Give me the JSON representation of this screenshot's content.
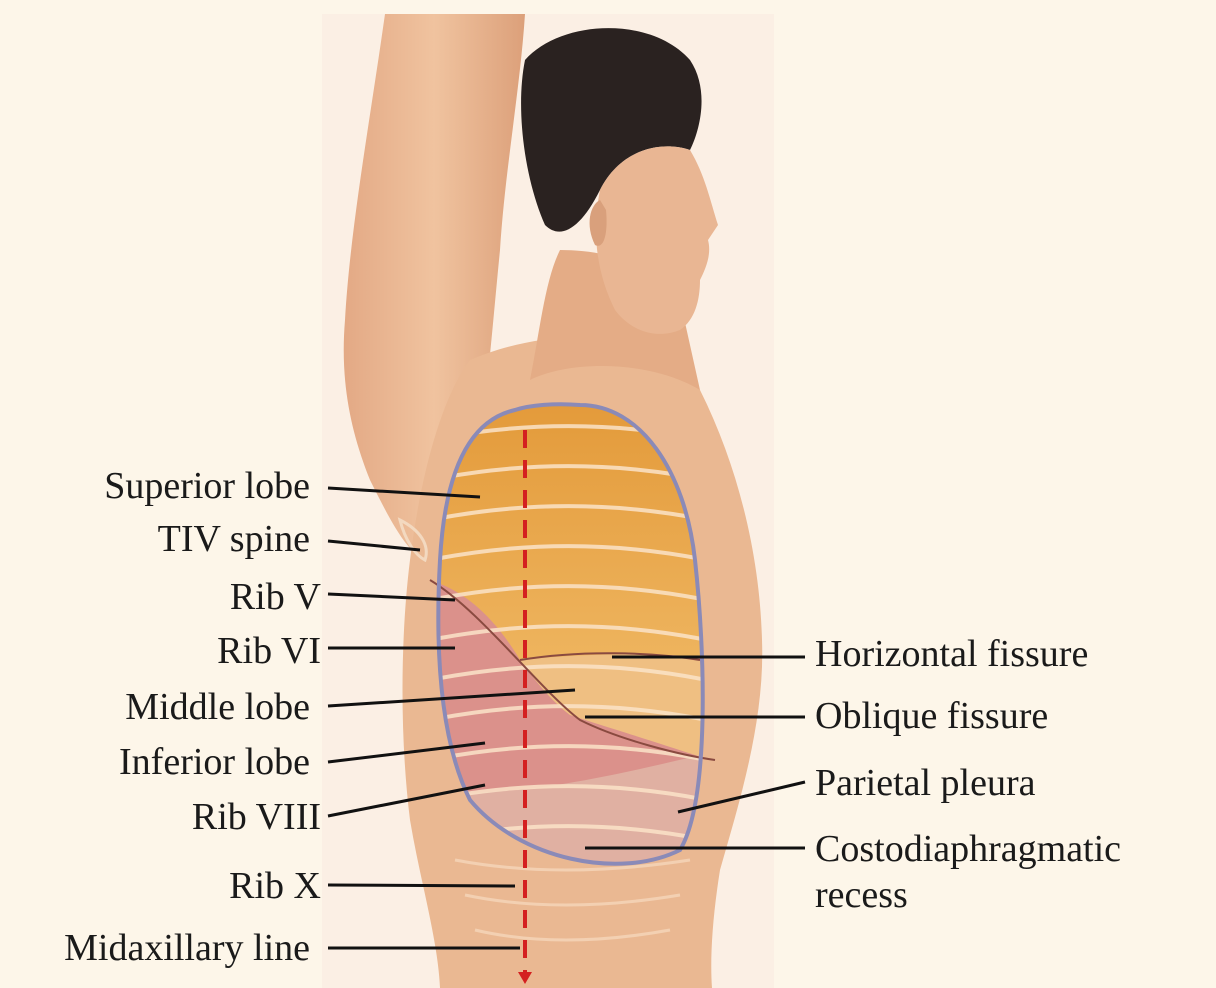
{
  "labels": {
    "superior_lobe": "Superior lobe",
    "tiv_spine": "TIV spine",
    "rib_v": "Rib V",
    "rib_vi": "Rib VI",
    "middle_lobe": "Middle lobe",
    "inferior_lobe": "Inferior lobe",
    "rib_viii": "Rib VIII",
    "rib_x": "Rib X",
    "midaxillary_line": "Midaxillary line",
    "horizontal_fissure": "Horizontal fissure",
    "oblique_fissure": "Oblique fissure",
    "parietal_pleura": "Parietal pleura",
    "costodiaphragmatic_line1": "Costodiaphragmatic",
    "costodiaphragmatic_line2": "recess"
  },
  "colors": {
    "background": "#fdf6e9",
    "skin": "#e9b48e",
    "superior_lobe": "#e8a548",
    "middle_lobe": "#eebb7a",
    "inferior_lobe": "#d88a8a",
    "recess": "#d9a89a",
    "pleura_outline": "#8a8ab8",
    "midaxillary_line": "#d42020",
    "leader_line": "#111111"
  }
}
